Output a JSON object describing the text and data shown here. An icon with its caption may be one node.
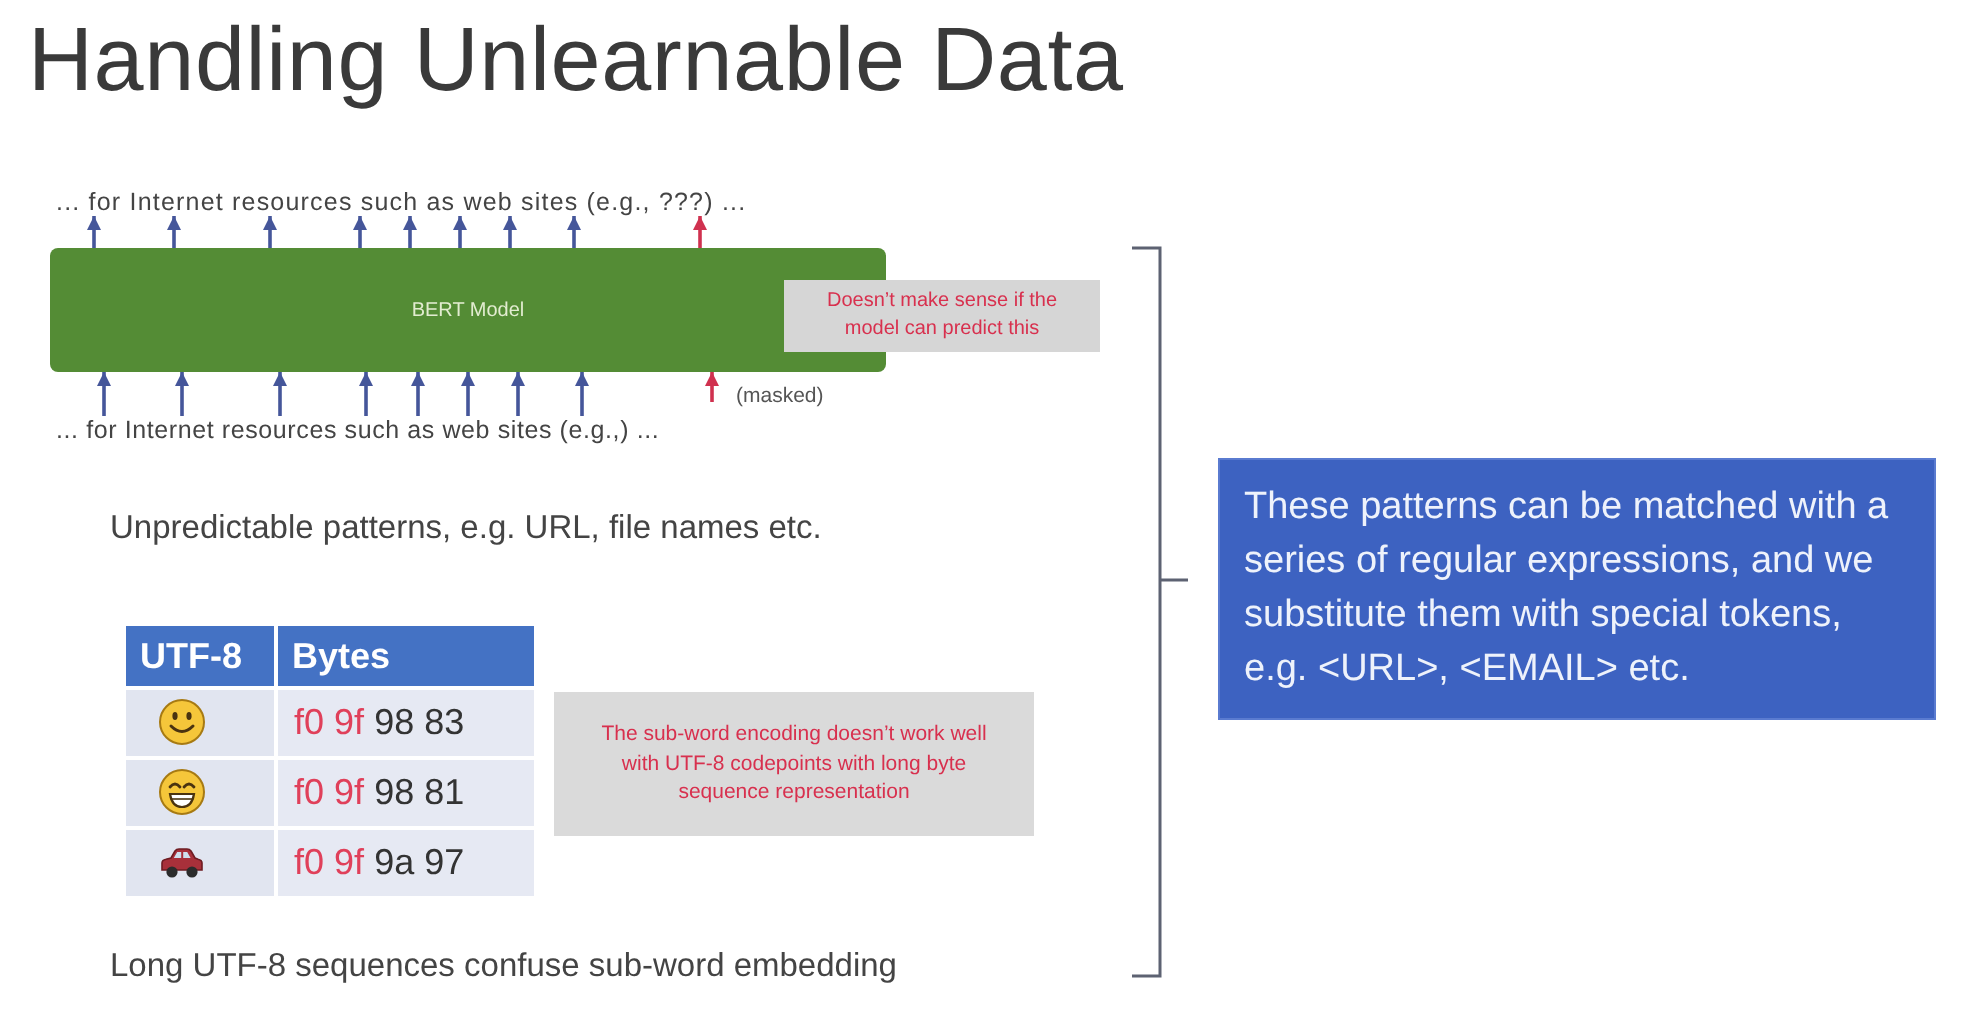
{
  "diagram": {
    "title": "Handling Unlearnable Data",
    "nodes": [
      {
        "text": [
          "... for Internet resources such as web sites (e.g., ???) ..."
        ]
      },
      {
        "text": [
          "BERT Model"
        ]
      },
      {
        "text": [
          "Doesn’t make sense if the model can predict this"
        ]
      },
      {
        "text": [
          "... for Internet resources such as web sites (e.g.,) ..."
        ]
      },
      {
        "text": [
          "The sub-word encoding doesn’t work well with UTF-8 codepoints with long byte sequence representation"
        ]
      },
      {
        "text": [
          "These patterns can be matched with a series of regular expressions, and we substitute them with special tokens, e.g. <URL>, <EMAIL> etc."
        ]
      }
    ],
    "edges": [
      {
        "from": 3,
        "to": 1,
        "arrow": "to"
      },
      {
        "from": 3,
        "to": 1,
        "arrow": "to"
      },
      {
        "from": 3,
        "to": 1,
        "arrow": "to"
      },
      {
        "from": 3,
        "to": 1,
        "arrow": "to"
      },
      {
        "from": 3,
        "to": 1,
        "arrow": "to"
      },
      {
        "from": 3,
        "to": 1,
        "arrow": "to"
      },
      {
        "from": 3,
        "to": 1,
        "arrow": "to"
      },
      {
        "from": 3,
        "to": 1,
        "arrow": "to"
      },
      {
        "from": null,
        "to": 1,
        "arrow": "to",
        "color": "#d0314f"
      },
      {
        "from": 1,
        "to": 0,
        "arrow": "to"
      },
      {
        "from": 1,
        "to": 0,
        "arrow": "to"
      },
      {
        "from": 1,
        "to": 0,
        "arrow": "to"
      },
      {
        "from": 1,
        "to": 0,
        "arrow": "to"
      },
      {
        "from": 1,
        "to": 0,
        "arrow": "to"
      },
      {
        "from": 1,
        "to": 0,
        "arrow": "to"
      },
      {
        "from": 1,
        "to": 0,
        "arrow": "to"
      },
      {
        "from": 1,
        "to": 0,
        "arrow": "to"
      },
      {
        "from": 1,
        "to": 0,
        "arrow": "to",
        "color": "#d0314f"
      }
    ],
    "labels": [
      "(masked)",
      "Unpredictable patterns, e.g. URL, file names etc.",
      "UTF-8",
      "Bytes",
      "f0 9f 98 83",
      "f0 9f 98 81",
      "f0 9f 9a 97",
      "Long UTF-8 sequences confuse sub-word embedding"
    ]
  }
}
